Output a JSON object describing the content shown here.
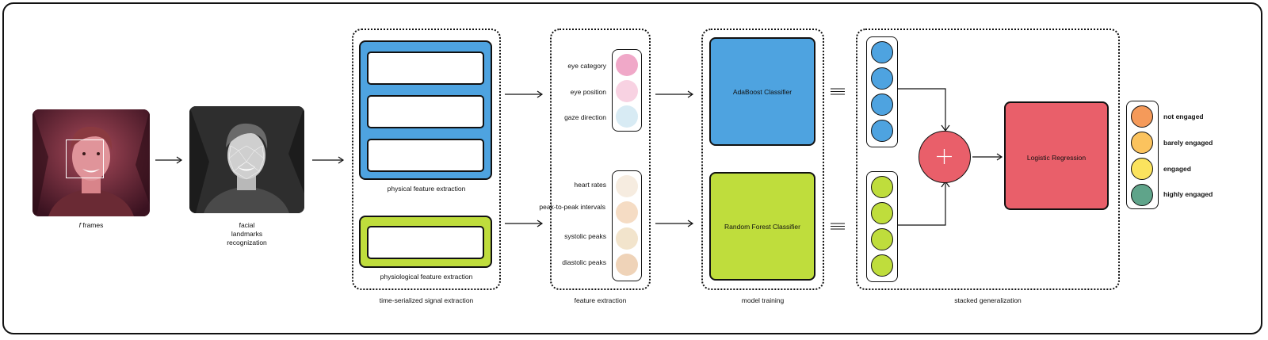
{
  "stages": {
    "frames": "f frames",
    "frames_prefix": "f",
    "frames_rest": " frames",
    "landmarks": [
      "facial",
      "landmarks",
      "recognization"
    ],
    "signal_extraction": "time-serialized signal extraction",
    "physical": "physical feature extraction",
    "physiological": "physiological feature extraction",
    "feature_extraction": "feature extraction",
    "model_training": "model training",
    "stacked": "stacked generalization"
  },
  "physical_features": [
    "eye category",
    "eye position",
    "gaze direction"
  ],
  "physiological_features": [
    "heart rates",
    "peak-to-peak intervals",
    "systolic peaks",
    "diastolic peaks"
  ],
  "models": {
    "adaboost": "AdaBoost Classifier",
    "random_forest": "Random Forest Classifier",
    "logistic": "Logistic Regression"
  },
  "outputs": [
    "not engaged",
    "barely engaged",
    "engaged",
    "highly engaged"
  ],
  "colors": {
    "blue": "#4ea3e0",
    "green": "#bfdd3c",
    "red": "#e95f6a",
    "physical_circles": [
      "#f0a8c8",
      "#f8d2e2",
      "#d8ebf4"
    ],
    "physio_circles": [
      "#f6ece0",
      "#f5dcc4",
      "#f2e4cc",
      "#efd3b8"
    ],
    "outputs": [
      "#f59a5a",
      "#fbc35e",
      "#fbe35e",
      "#5fa48a"
    ]
  }
}
